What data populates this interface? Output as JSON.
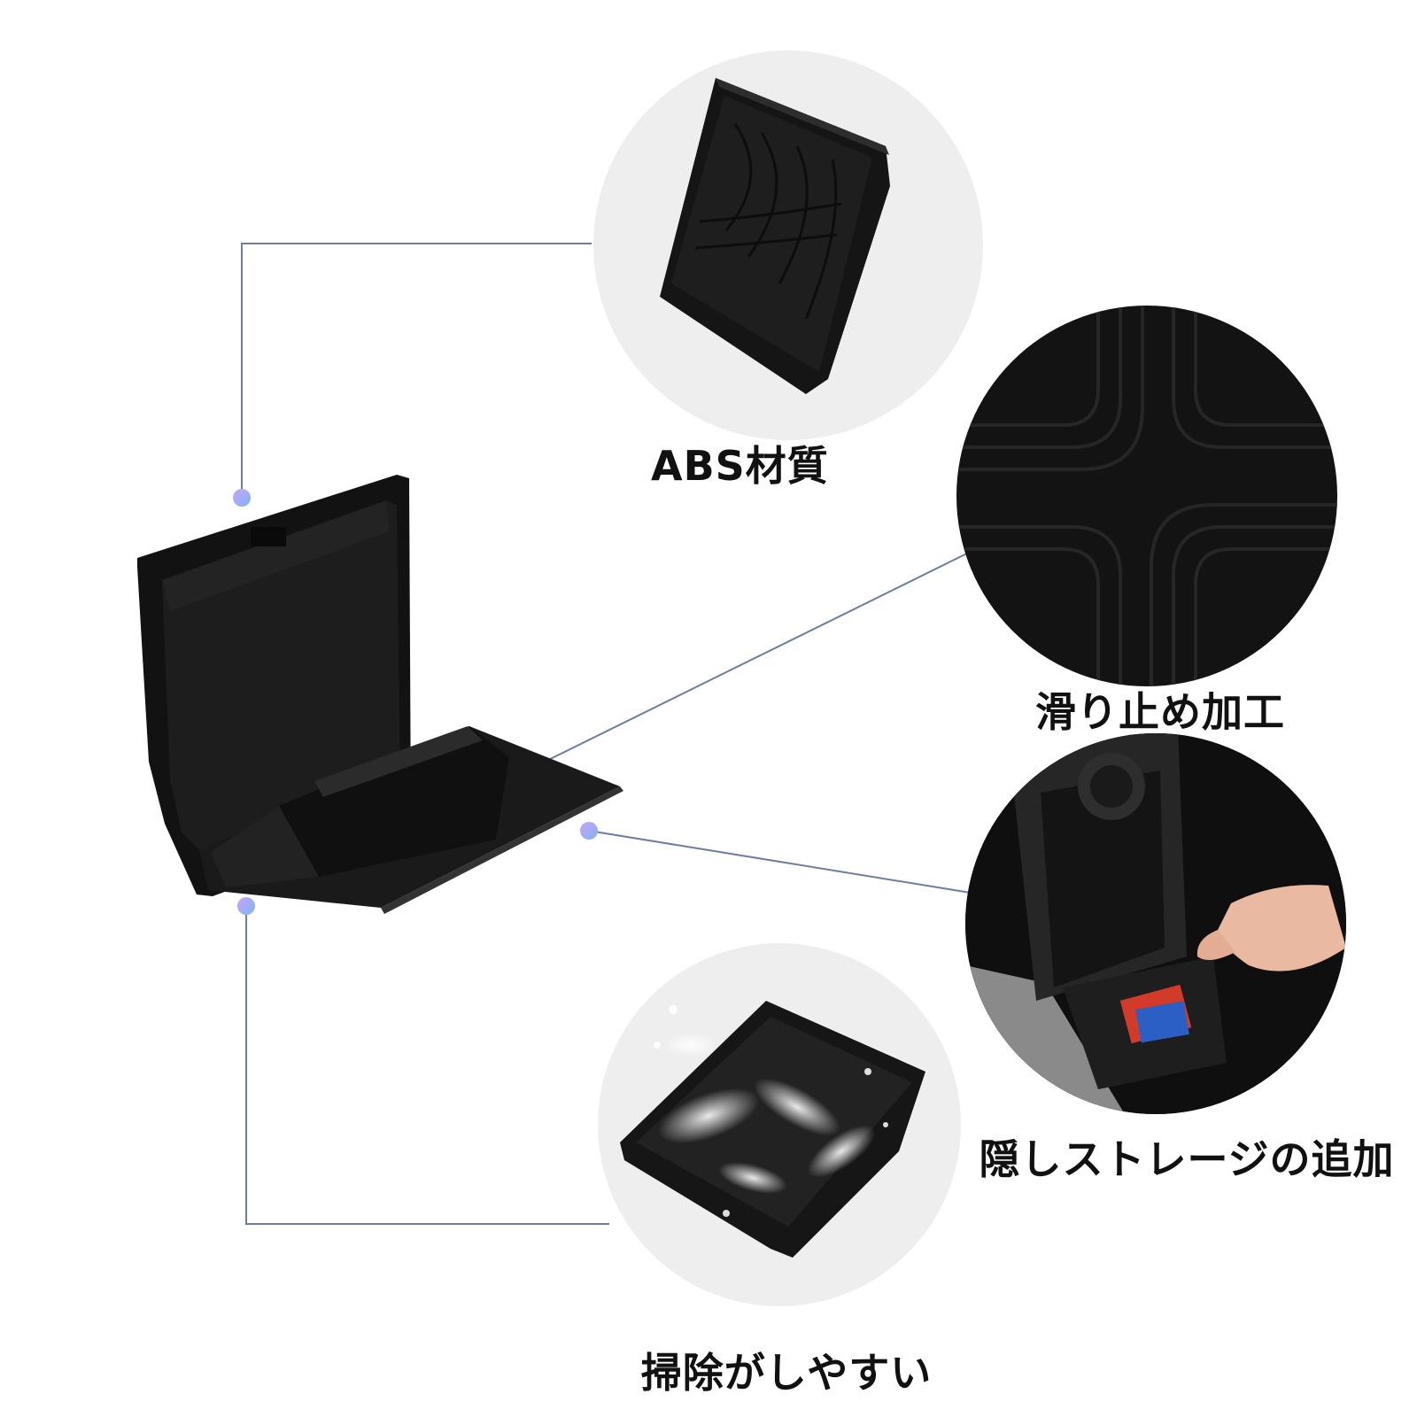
{
  "features": [
    {
      "id": "abs",
      "label": "ABS材質",
      "icon": "lid-closeup-photo"
    },
    {
      "id": "nonslip",
      "label": "滑り止め加工",
      "icon": "anti-slip-texture-photo"
    },
    {
      "id": "storage",
      "label": "隠しストレージの追加",
      "icon": "hidden-storage-photo"
    },
    {
      "id": "clean",
      "label": "掃除がしやすい",
      "icon": "water-splash-photo"
    }
  ],
  "colors": {
    "background": "#ffffff",
    "circle_bg": "#eeeeee",
    "connector_line": "#6b7fa3",
    "dot_gradient_start": "#c7a4f5",
    "dot_gradient_end": "#7fb4f5",
    "product_black": "#151515",
    "caption_text": "#111111"
  }
}
